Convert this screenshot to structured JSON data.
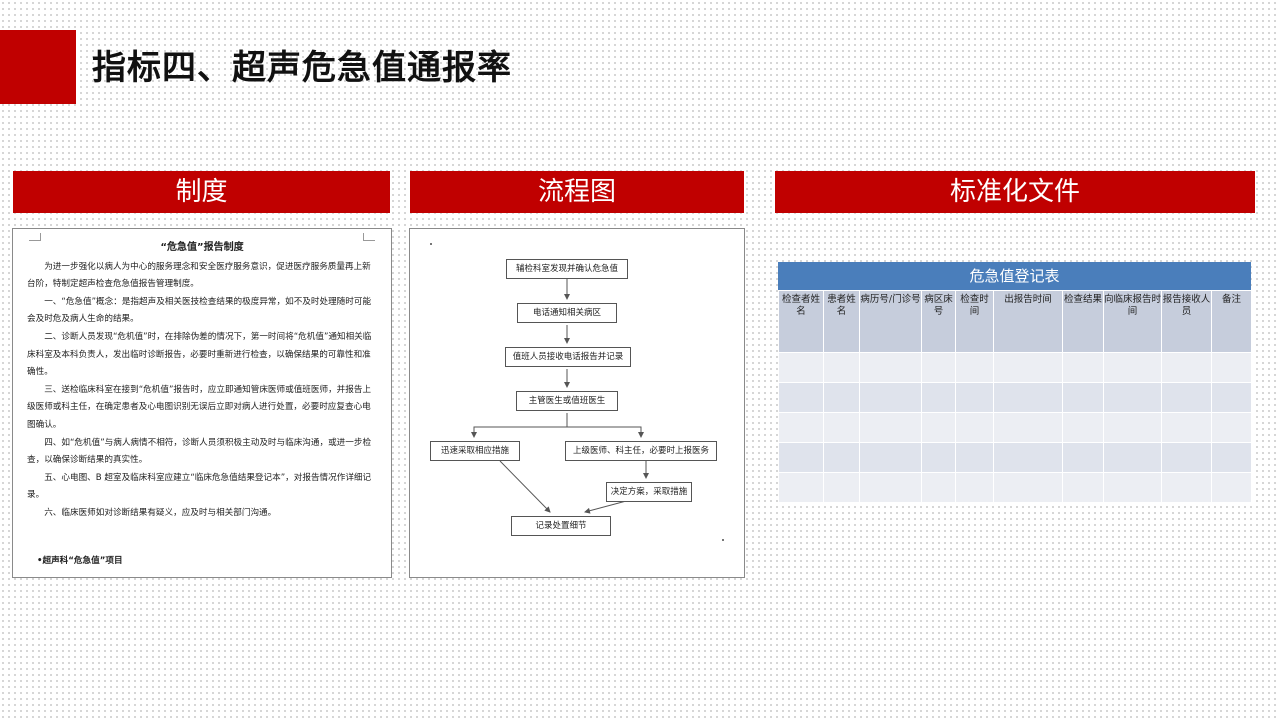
{
  "page_title": "指标四、超声危急值通报率",
  "columns": [
    {
      "header": "制度"
    },
    {
      "header": "流程图"
    },
    {
      "header": "标准化文件"
    }
  ],
  "document": {
    "title": "“危急值”报告制度",
    "paragraphs": [
      "为进一步强化以病人为中心的服务理念和安全医疗服务意识，促进医疗服务质量再上新台阶，特制定超声检查危急值报告管理制度。",
      "一、“危急值”概念：是指超声及相关医技检查结果的极度异常，如不及时处理随时可能会及时危及病人生命的结果。",
      "二、诊断人员发现“危机值”时，在排除伪差的情况下，第一时间将“危机值”通知相关临床科室及本科负责人，发出临时诊断报告，必要时重新进行检查，以确保结果的可靠性和准确性。",
      "三、送检临床科室在接到“危机值”报告时，应立即通知管床医师或值班医师，并报告上级医师或科主任，在确定患者及心电图识别无误后立即对病人进行处置，必要时应复查心电图确认。",
      "四、如“危机值”与病人病情不相符，诊断人员须积极主动及时与临床沟通，或进一步检查，以确保诊断结果的真实性。",
      "五、心电图、B 超室及临床科室应建立“临床危急值结果登记本”，对报告情况作详细记录。",
      "六、临床医师如对诊断结果有疑义，应及时与相关部门沟通。"
    ],
    "footer": "•超声科“危急值”项目"
  },
  "flowchart": {
    "nodes": [
      "辅检科室发现并确认危急值",
      "电话通知相关病区",
      "值班人员接收电话报告并记录",
      "主管医生或值班医生",
      "迅速采取相应措施",
      "上级医师、科主任，必要时上报医务",
      "决定方案，采取措施",
      "记录处置细节"
    ]
  },
  "register_table": {
    "title": "危急值登记表",
    "headers": [
      "检查者姓名",
      "患者姓名",
      "病历号/门诊号",
      "病区床号",
      "检查时间",
      "出报告时间",
      "检查结果",
      "向临床报告时间",
      "报告接收人员",
      "备注"
    ],
    "empty_rows": 5
  }
}
